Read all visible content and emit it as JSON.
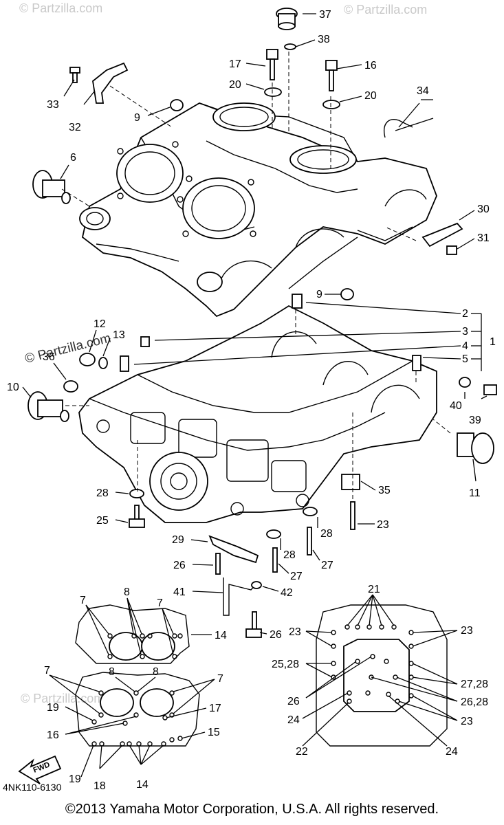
{
  "watermark": "© Partzilla.com",
  "drawing_code": "4NK110-6130",
  "fwd_label": "FWD",
  "copyright": "©2013 Yamaha Motor Corporation, U.S.A. All rights reserved.",
  "labels": {
    "p1": "1",
    "p2": "2",
    "p3": "3",
    "p4": "4",
    "p5": "5",
    "p6": "6",
    "p9a": "9",
    "p9b": "9",
    "p10": "10",
    "p11": "11",
    "p12": "12",
    "p13": "13",
    "p16": "16",
    "p17": "17",
    "p20a": "20",
    "p20b": "20",
    "p23": "23",
    "p25": "25",
    "p26a": "26",
    "p26b": "26",
    "p27a": "27",
    "p27b": "27",
    "p28a": "28",
    "p28b": "28",
    "p28c": "28",
    "p29": "29",
    "p30": "30",
    "p31": "31",
    "p32": "32",
    "p33": "33",
    "p34": "34",
    "p35": "35",
    "p36": "36",
    "p37": "37",
    "p38": "38",
    "p39": "39",
    "p40": "40",
    "p41": "41",
    "p42": "42",
    "ul7a": "7",
    "ul7b": "7",
    "ul8": "8",
    "ul14": "14",
    "ll7a": "7",
    "ll7b": "7",
    "ll8a": "8",
    "ll8b": "8",
    "ll19a": "19",
    "ll17": "17",
    "ll16": "16",
    "ll15": "15",
    "ll19b": "19",
    "ll18": "18",
    "ll14": "14",
    "r21": "21",
    "r23a": "23",
    "r23b": "23",
    "r2528": "25,28",
    "r2728": "27,28",
    "r26": "26",
    "r2628": "26,28",
    "r24a": "24",
    "r23c": "23",
    "r22": "22",
    "r24b": "24"
  }
}
